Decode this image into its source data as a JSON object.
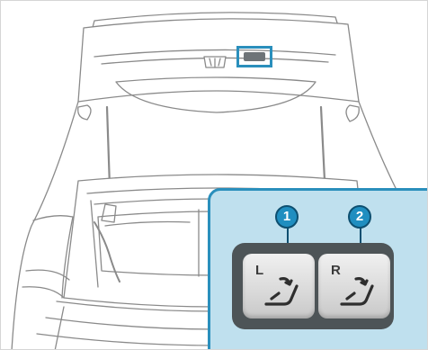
{
  "callouts": [
    {
      "number": "1",
      "button_letter": "L"
    },
    {
      "number": "2",
      "button_letter": "R"
    }
  ],
  "icons": [
    "seat-fold-icon",
    "seat-fold-icon"
  ],
  "colors": {
    "accent": "#2a8fbc",
    "inset_bg": "#bfe0ee",
    "callout_fill": "#1f8ec0",
    "panel": "#4d5457",
    "button": "#e6e6e6"
  }
}
